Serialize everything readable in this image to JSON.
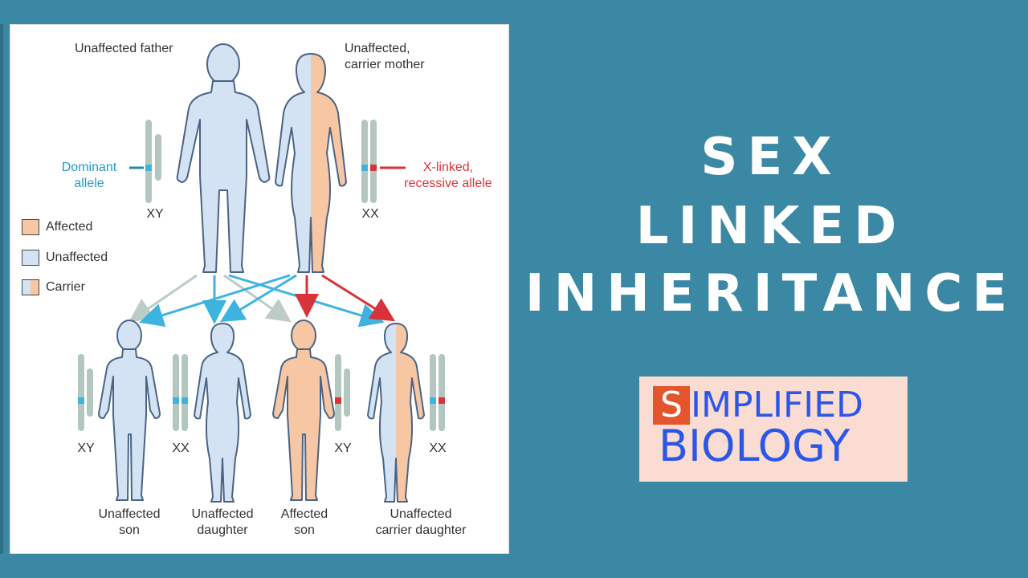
{
  "diagram": {
    "parents": {
      "father_label": "Unaffected father",
      "mother_label_line1": "Unaffected,",
      "mother_label_line2": "carrier mother",
      "father_chromosomes": "XY",
      "mother_chromosomes": "XX"
    },
    "alleles": {
      "dominant_line1": "Dominant",
      "dominant_line2": "allele",
      "recessive_line1": "X-linked,",
      "recessive_line2": "recessive allele"
    },
    "legend": [
      {
        "label": "Affected",
        "color": "#f7c7a4"
      },
      {
        "label": "Unaffected",
        "color": "#d3e3f3"
      },
      {
        "label": "Carrier",
        "color": "split"
      }
    ],
    "children": [
      {
        "chromosomes": "XY",
        "line1": "Unaffected",
        "line2": "son"
      },
      {
        "chromosomes": "XX",
        "line1": "Unaffected",
        "line2": "daughter"
      },
      {
        "chromosomes": "XY",
        "line1": "Affected",
        "line2": "son"
      },
      {
        "chromosomes": "XX",
        "line1": "Unaffected",
        "line2": "carrier daughter"
      }
    ],
    "colors": {
      "unaffected": "#d3e3f3",
      "affected": "#f7c7a4",
      "outline": "#4a6484",
      "dominant_allele": "#3db4e0",
      "recessive_allele": "#d8323a",
      "arrow_gray": "#bcccc6",
      "arrow_blue": "#3db4e0",
      "arrow_red": "#d8323a"
    }
  },
  "title": {
    "line1": "SEX",
    "line2": "LINKED",
    "line3": "INHERITANCE"
  },
  "logo": {
    "initial": "S",
    "rest": "IMPLIFIED",
    "line2": "BIOLOGY",
    "bg": "#fbdcd2",
    "accent": "#e4552d",
    "text_color": "#2b56e8"
  }
}
